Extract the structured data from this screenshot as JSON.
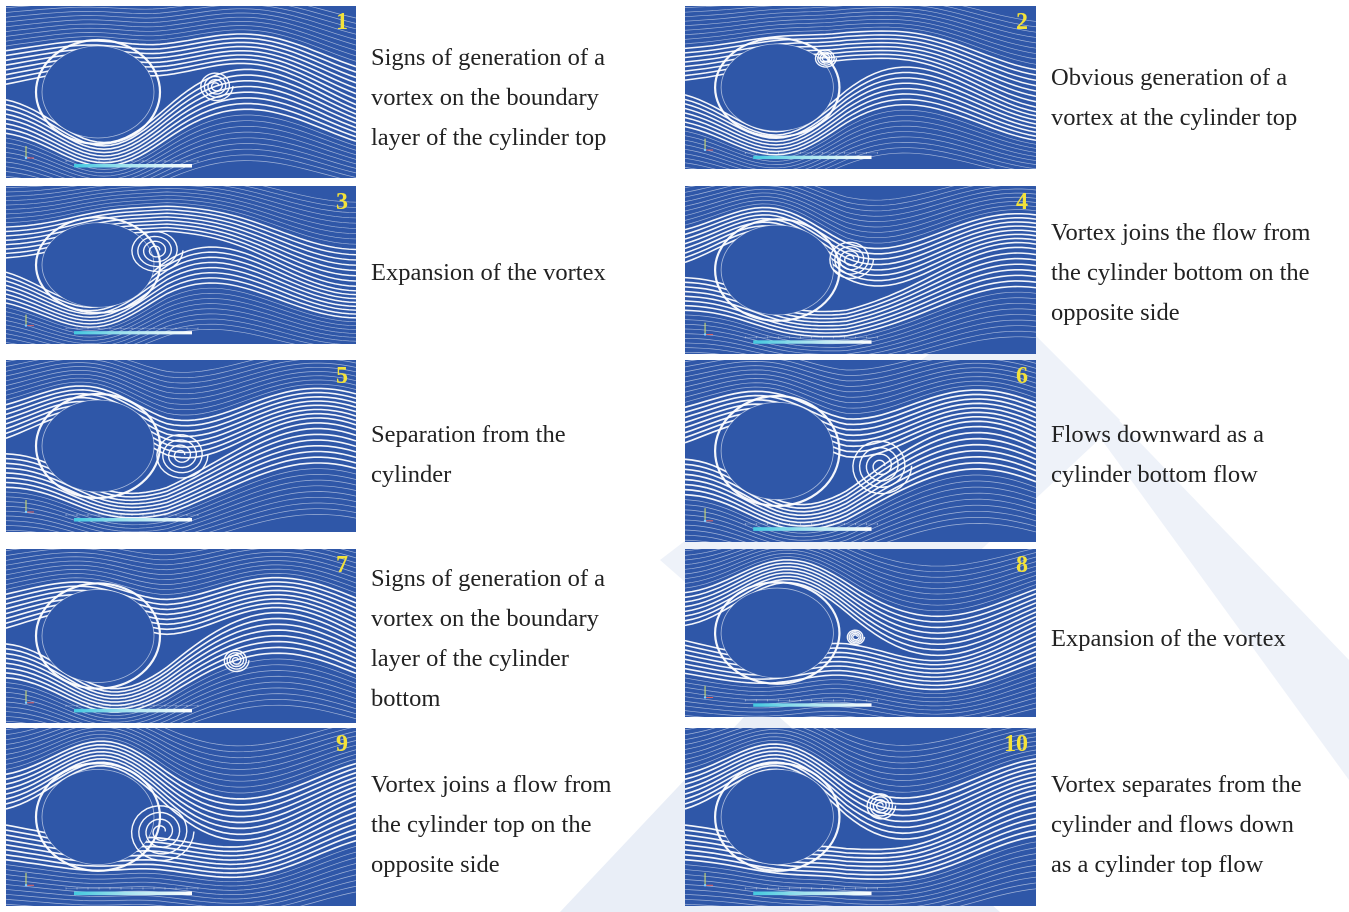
{
  "panels": [
    {
      "number": "1",
      "caption": [
        "Signs of generation of a",
        "vortex on the boundary",
        "layer of the cylinder top"
      ]
    },
    {
      "number": "2",
      "caption": [
        "Obvious generation of a",
        "vortex at the cylinder top"
      ]
    },
    {
      "number": "3",
      "caption": [
        "Expansion of the vortex"
      ]
    },
    {
      "number": "4",
      "caption": [
        "Vortex joins the flow from",
        "the cylinder bottom on the",
        "opposite side"
      ]
    },
    {
      "number": "5",
      "caption": [
        "Separation from the",
        "cylinder"
      ]
    },
    {
      "number": "6",
      "caption": [
        "Flows downward as a",
        "cylinder bottom flow"
      ]
    },
    {
      "number": "7",
      "caption": [
        "Signs of generation of a",
        "vortex on the boundary",
        "layer of the cylinder",
        "bottom"
      ]
    },
    {
      "number": "8",
      "caption": [
        "Expansion of the vortex"
      ]
    },
    {
      "number": "9",
      "caption": [
        "Vortex joins a flow from",
        "the cylinder top on the",
        "opposite side"
      ]
    },
    {
      "number": "10",
      "caption": [
        "Vortex separates from the",
        "cylinder and flows down",
        "as a cylinder top flow"
      ]
    }
  ],
  "colors": {
    "panel_background": "#2f57a8",
    "streamline": "#ffffff",
    "panel_number": "#f3e23a",
    "caption_text": "#222222",
    "watermark": "#e9eef7"
  },
  "icons": {
    "watermark": "chevron-watermark-icon",
    "axis": "axis-triad-icon",
    "legend": "velocity-scalebar-icon"
  }
}
